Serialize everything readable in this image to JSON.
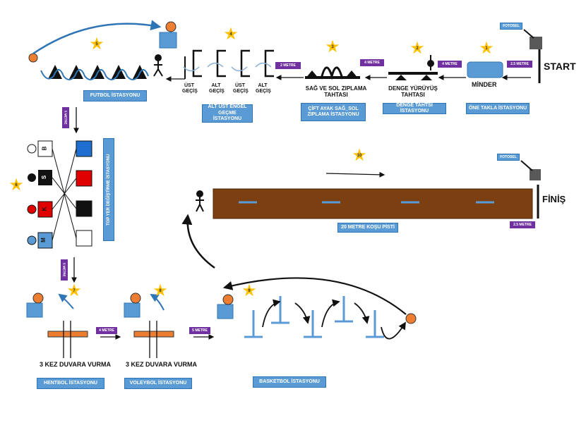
{
  "start": "START",
  "finish": "FİNİŞ",
  "sensors": {
    "top": "FOTOSEL",
    "bottom": "FOTOSEL"
  },
  "stations": {
    "one": {
      "number": "1",
      "object_label": "MİNDER",
      "box": "ÖNE TAKLA İSTASYONU"
    },
    "two": {
      "number": "2",
      "object_label": "DENGE YÜRÜYÜŞ TAHTASI",
      "box": "DENGE TAHTSI İSTASYONU"
    },
    "three": {
      "number": "3",
      "object_label": "SAĞ VE SOL ZIPLAMA TAHTASI",
      "box": "ÇİFT AYAK SAĞ_SOL ZIPLAMA İSTASYONU"
    },
    "four": {
      "number": "4",
      "labels": [
        "ÜST GEÇİŞ",
        "ALT GEÇİŞ",
        "ÜST GEÇİŞ",
        "ALT GEÇİŞ"
      ],
      "box": "ALT ÜST ENGEL GEÇME İSTASYONU"
    },
    "five": {
      "number": "5",
      "box": "FUTBOL İSTASYONU"
    },
    "six": {
      "number": "6",
      "box": "TOP YER DEĞİŞTİRME İSTASYONU",
      "cube_letters": [
        "B",
        "S",
        "K",
        "M"
      ]
    },
    "seven": {
      "number": "7",
      "caption": "3 KEZ DUVARA VURMA",
      "box": "HENTBOL İSTASYONU"
    },
    "eight": {
      "number": "8",
      "caption": "3 KEZ DUVARA VURMA",
      "box": "VOLEYBOL İSTASYONU"
    },
    "nine": {
      "number": "9",
      "box": "BASKETBOL İSTASYONU"
    },
    "ten": {
      "number": "10",
      "box": "20 METRE KOŞU PİSTİ"
    }
  },
  "distances": {
    "start_to_1": "2.5 METRE",
    "d_1_2": "4 METRE",
    "d_2_3": "4 METRE",
    "d_3_4": "2 METRE",
    "d_5_6": "5 METRE",
    "d_6_7": "5 METRE",
    "d_7_8": "4 METRE",
    "d_8_9": "5 METRE",
    "finish": "2.5 METRE"
  },
  "colors": {
    "accent_blue": "#5b9bd5",
    "label_purple": "#7030a0",
    "star_yellow": "#ffc000",
    "track_brown": "#7b3f12",
    "ball_orange": "#ed7d31",
    "cube_red": "#e00000"
  }
}
